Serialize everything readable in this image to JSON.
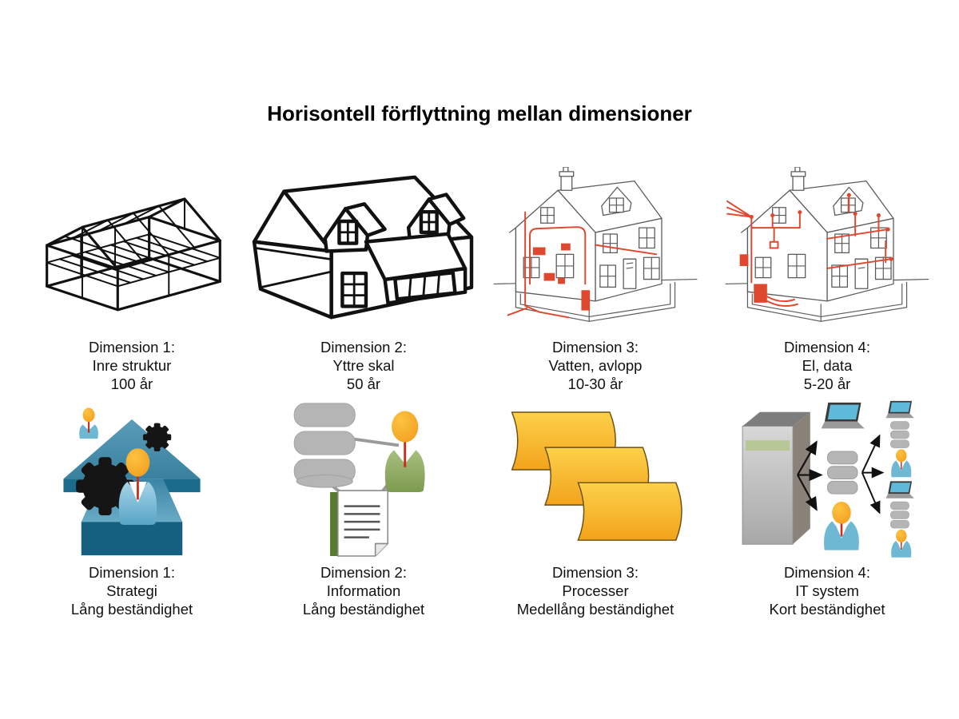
{
  "title": "Horisontell förflyttning mellan dimensioner",
  "top_cells": [
    {
      "id": "dim1-structure",
      "icon": "house-frame-illustration",
      "lines": [
        "Dimension 1:",
        "Inre struktur",
        "100 år"
      ]
    },
    {
      "id": "dim2-shell",
      "icon": "house-shell-illustration",
      "lines": [
        "Dimension 2:",
        "Yttre skal",
        "50 år"
      ]
    },
    {
      "id": "dim3-water",
      "icon": "house-plumbing-illustration",
      "lines": [
        "Dimension 3:",
        "Vatten, avlopp",
        "10-30 år"
      ]
    },
    {
      "id": "dim4-electric",
      "icon": "house-electrical-illustration",
      "lines": [
        "Dimension 4:",
        "El, data",
        "5-20 år"
      ]
    }
  ],
  "bottom_cells": [
    {
      "id": "dim1-strategy",
      "icon": "strategy-arrow-icon",
      "lines": [
        "Dimension 1:",
        "Strategi",
        "Lång beständighet"
      ]
    },
    {
      "id": "dim2-information",
      "icon": "information-diagram-icon",
      "lines": [
        "Dimension 2:",
        "Information",
        "Lång beständighet"
      ]
    },
    {
      "id": "dim3-processes",
      "icon": "process-shapes-icon",
      "lines": [
        "Dimension 3:",
        "Processer",
        "Medellång beständighet"
      ]
    },
    {
      "id": "dim4-itsystem",
      "icon": "it-system-diagram-icon",
      "lines": [
        "Dimension 4:",
        "IT system",
        "Kort beständighet"
      ]
    }
  ],
  "colors": {
    "background": "#ffffff",
    "line_art_black": "#111111",
    "thin_line_gray": "#5a5a5a",
    "systems_red": "#e0472f",
    "arrow_blue": "#4b8fb0",
    "arrow_blue_dark": "#156080",
    "person_orange": "#f7a823",
    "person_blue": "#74bcd9",
    "person_green": "#8fad5e",
    "tie_red": "#cc2b1d",
    "database_gray": "#b5b5b5",
    "document_green": "#5a7a2f",
    "process_yellow_top": "#fdd14a",
    "process_yellow_bottom": "#f2a31b",
    "server_gray": "#9b9b9b",
    "server_stripe_green": "#b7c795",
    "laptop_screen_blue": "#5fb9d8"
  }
}
